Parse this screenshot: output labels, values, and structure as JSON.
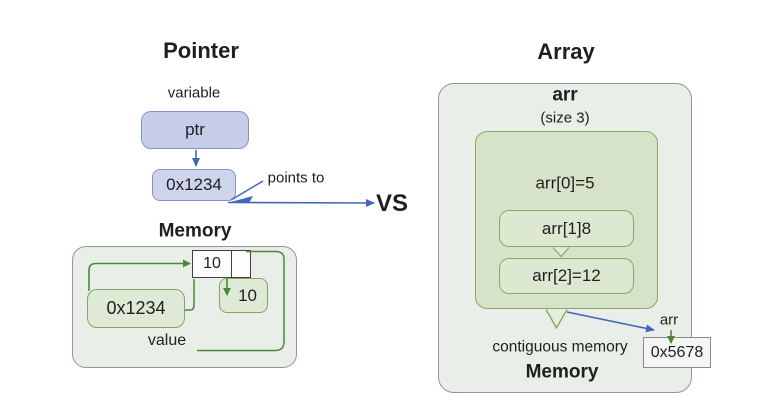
{
  "colors": {
    "canvas_bg": "#ffffff",
    "text": "#1f1f1f",
    "blue_fill": "#c5cde8",
    "blue_fill_light": "#cdd4ec",
    "blue_border": "#8494c6",
    "arrow_blue": "#4466bd",
    "panel_fill": "#e9eee9",
    "panel_border": "#919791",
    "green_fill": "#d7e3c9",
    "green_fill_light": "#dde8d1",
    "green_border": "#85a96a",
    "mem_green_fill": "#dfead6",
    "mem_green_border": "#7fa866",
    "arrow_green": "#4a8a36",
    "cell_fill": "#fdfdfd",
    "cell_border": "#3f3f3f",
    "addr_fill": "#f3f6f2",
    "addr_border": "#8a8a8a"
  },
  "pointer": {
    "title": "Pointer",
    "variable_label": "variable",
    "ptr_label": "ptr",
    "address": "0x1234",
    "points_to": "points to",
    "memory": {
      "title": "Memory",
      "cell_value": "10",
      "address": "0x1234",
      "copy_value": "10",
      "value_label": "value"
    }
  },
  "vs_label": "VS",
  "array": {
    "title": "Array",
    "name": "arr",
    "size": "(size 3)",
    "elements": [
      "arr[0]=5",
      "arr[1]8",
      "arr[2]=12"
    ],
    "contiguous_label": "contiguous memory",
    "memory_title": "Memory",
    "pointer_label": "arr",
    "address": "0x5678"
  }
}
